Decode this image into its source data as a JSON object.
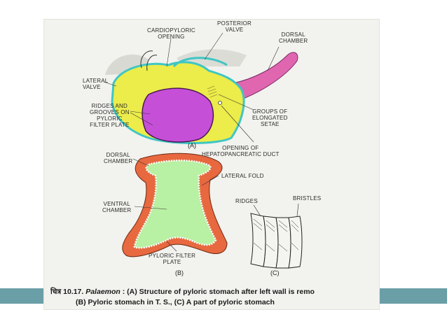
{
  "figure": {
    "caption": {
      "label": "चित्र 10.17.",
      "genus": "Palaemon",
      "line1_rest": ": (A) Structure of pyloric stomach after left wall is remo",
      "line2": "(B) Pyloric stomach in T. S., (C) A part of pyloric stomach"
    },
    "panel_a": {
      "tag": "(A)",
      "labels": {
        "posterior_valve_1": "POSTERIOR",
        "posterior_valve_2": "VALVE",
        "cardiopyloric_1": "CARDIOPYLORIC",
        "cardiopyloric_2": "OPENING",
        "dorsal_chamber_1": "DORSAL",
        "dorsal_chamber_2": "CHAMBER",
        "lateral_valve_1": "LATERAL",
        "lateral_valve_2": "VALVE",
        "ridges_1": "RIDGES AND",
        "ridges_2": "GROOVES ON",
        "ridges_3": "PYLORIC",
        "ridges_4": "FILTER PLATE",
        "setae_1": "GROUPS OF",
        "setae_2": "ELONGATED",
        "setae_3": "SETAE",
        "hepato_1": "OPENING OF",
        "hepato_2": "HEPATOPANCREATIC DUCT"
      }
    },
    "panel_b": {
      "tag": "(B)",
      "labels": {
        "dorsal_chamber_1": "DORSAL",
        "dorsal_chamber_2": "CHAMBER",
        "lateral_fold": "LATERAL FOLD",
        "ventral_chamber_1": "VENTRAL",
        "ventral_chamber_2": "CHAMBER",
        "filter_plate_1": "PYLORIC FILTER",
        "filter_plate_2": "PLATE"
      }
    },
    "panel_c": {
      "tag": "(C)",
      "labels": {
        "ridges": "RIDGES",
        "bristles": "BRISTLES"
      }
    },
    "colors": {
      "yellow": "#ecec4a",
      "magenta": "#c64fd8",
      "pink": "#e066b0",
      "cyan": "#3fc6c4",
      "orange_red": "#e8683f",
      "light_green": "#b8f0a4",
      "band": "#6b9fa8"
    }
  }
}
